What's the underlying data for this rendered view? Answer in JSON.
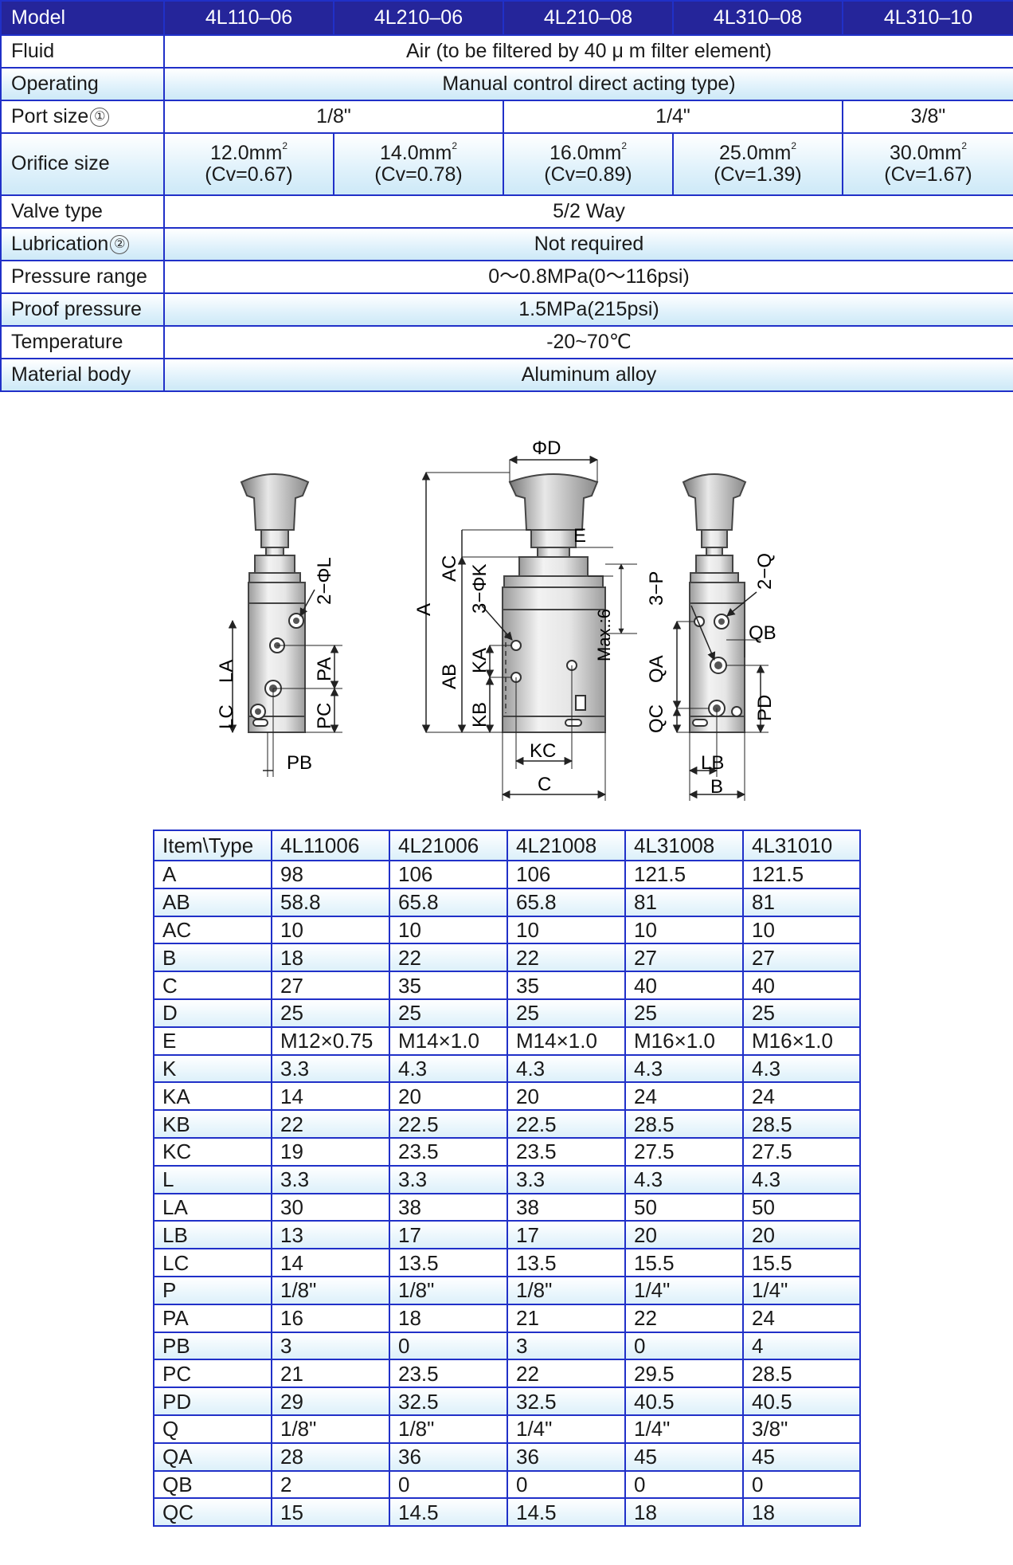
{
  "spec_table": {
    "header": {
      "label": "Model",
      "models": [
        "4L110–06",
        "4L210–06",
        "4L210–08",
        "4L310–08",
        "4L310–10"
      ]
    },
    "fluid": {
      "label": "Fluid",
      "value": "Air (to be filtered by 40 μ m filter element)"
    },
    "operating": {
      "label": "Operating",
      "value": "Manual control direct acting type)"
    },
    "port_size": {
      "label": "Port size",
      "note": "①",
      "values": [
        "1/8\"",
        "1/4\"",
        "3/8\""
      ]
    },
    "orifice_size": {
      "label": "Orifice size",
      "unit": "mm",
      "sup": "2",
      "areas": [
        "12.0",
        "14.0",
        "16.0",
        "25.0",
        "30.0"
      ],
      "cv": [
        "(Cv=0.67)",
        "(Cv=0.78)",
        "(Cv=0.89)",
        "(Cv=1.39)",
        "(Cv=1.67)"
      ]
    },
    "valve_type": {
      "label": "Valve type",
      "value": "5/2 Way"
    },
    "lubrication": {
      "label": "Lubrication",
      "note": "②",
      "value": "Not required"
    },
    "pressure_range": {
      "label": "Pressure range",
      "value": "0～0.8MPa(0～116psi)"
    },
    "proof_pressure": {
      "label": "Proof pressure",
      "value": "1.5MPa(215psi)"
    },
    "temperature": {
      "label": "Temperature",
      "value": "-20~70℃"
    },
    "material_body": {
      "label": "Material body",
      "value": "Aluminum alloy"
    }
  },
  "drawing_labels": {
    "left": {
      "phiL": "2−ΦL",
      "LA": "LA",
      "LC": "LC",
      "PA": "PA",
      "PC": "PC",
      "PB": "PB"
    },
    "middle": {
      "phiD": "ΦD",
      "E": "E",
      "AC": "AC",
      "phiK": "3−ΦK",
      "A": "A",
      "AB": "AB",
      "KA": "KA",
      "KB": "KB",
      "max6": "Max.:6",
      "KC": "KC",
      "C": "C"
    },
    "right": {
      "P": "3−P",
      "Q": "2−Q",
      "QB": "QB",
      "QA": "QA",
      "QC": "QC",
      "PD": "PD",
      "LB": "LB",
      "B": "B"
    }
  },
  "dimension_table": {
    "headers": [
      "Item\\Type",
      "4L11006",
      "4L21006",
      "4L21008",
      "4L31008",
      "4L31010"
    ],
    "rows": [
      [
        "A",
        "98",
        "106",
        "106",
        "121.5",
        "121.5"
      ],
      [
        "AB",
        "58.8",
        "65.8",
        "65.8",
        "81",
        "81"
      ],
      [
        "AC",
        "10",
        "10",
        "10",
        "10",
        "10"
      ],
      [
        "B",
        "18",
        "22",
        "22",
        "27",
        "27"
      ],
      [
        "C",
        "27",
        "35",
        "35",
        "40",
        "40"
      ],
      [
        "D",
        "25",
        "25",
        "25",
        "25",
        "25"
      ],
      [
        "E",
        "M12×0.75",
        "M14×1.0",
        "M14×1.0",
        "M16×1.0",
        "M16×1.0"
      ],
      [
        "K",
        "3.3",
        "4.3",
        "4.3",
        "4.3",
        "4.3"
      ],
      [
        "KA",
        "14",
        "20",
        "20",
        "24",
        "24"
      ],
      [
        "KB",
        "22",
        "22.5",
        "22.5",
        "28.5",
        "28.5"
      ],
      [
        "KC",
        "19",
        "23.5",
        "23.5",
        "27.5",
        "27.5"
      ],
      [
        "L",
        "3.3",
        "3.3",
        "3.3",
        "4.3",
        "4.3"
      ],
      [
        "LA",
        "30",
        "38",
        "38",
        "50",
        "50"
      ],
      [
        "LB",
        "13",
        "17",
        "17",
        "20",
        "20"
      ],
      [
        "LC",
        "14",
        "13.5",
        "13.5",
        "15.5",
        "15.5"
      ],
      [
        "P",
        "1/8\"",
        "1/8\"",
        "1/8\"",
        "1/4\"",
        "1/4\""
      ],
      [
        "PA",
        "16",
        "18",
        "21",
        "22",
        "24"
      ],
      [
        "PB",
        "3",
        "0",
        "3",
        "0",
        "4"
      ],
      [
        "PC",
        "21",
        "23.5",
        "22",
        "29.5",
        "28.5"
      ],
      [
        "PD",
        "29",
        "32.5",
        "32.5",
        "40.5",
        "40.5"
      ],
      [
        "Q",
        "1/8\"",
        "1/8\"",
        "1/4\"",
        "1/4\"",
        "3/8\""
      ],
      [
        "QA",
        "28",
        "36",
        "36",
        "45",
        "45"
      ],
      [
        "QB",
        "2",
        "0",
        "0",
        "0",
        "0"
      ],
      [
        "QC",
        "15",
        "14.5",
        "14.5",
        "18",
        "18"
      ]
    ]
  }
}
